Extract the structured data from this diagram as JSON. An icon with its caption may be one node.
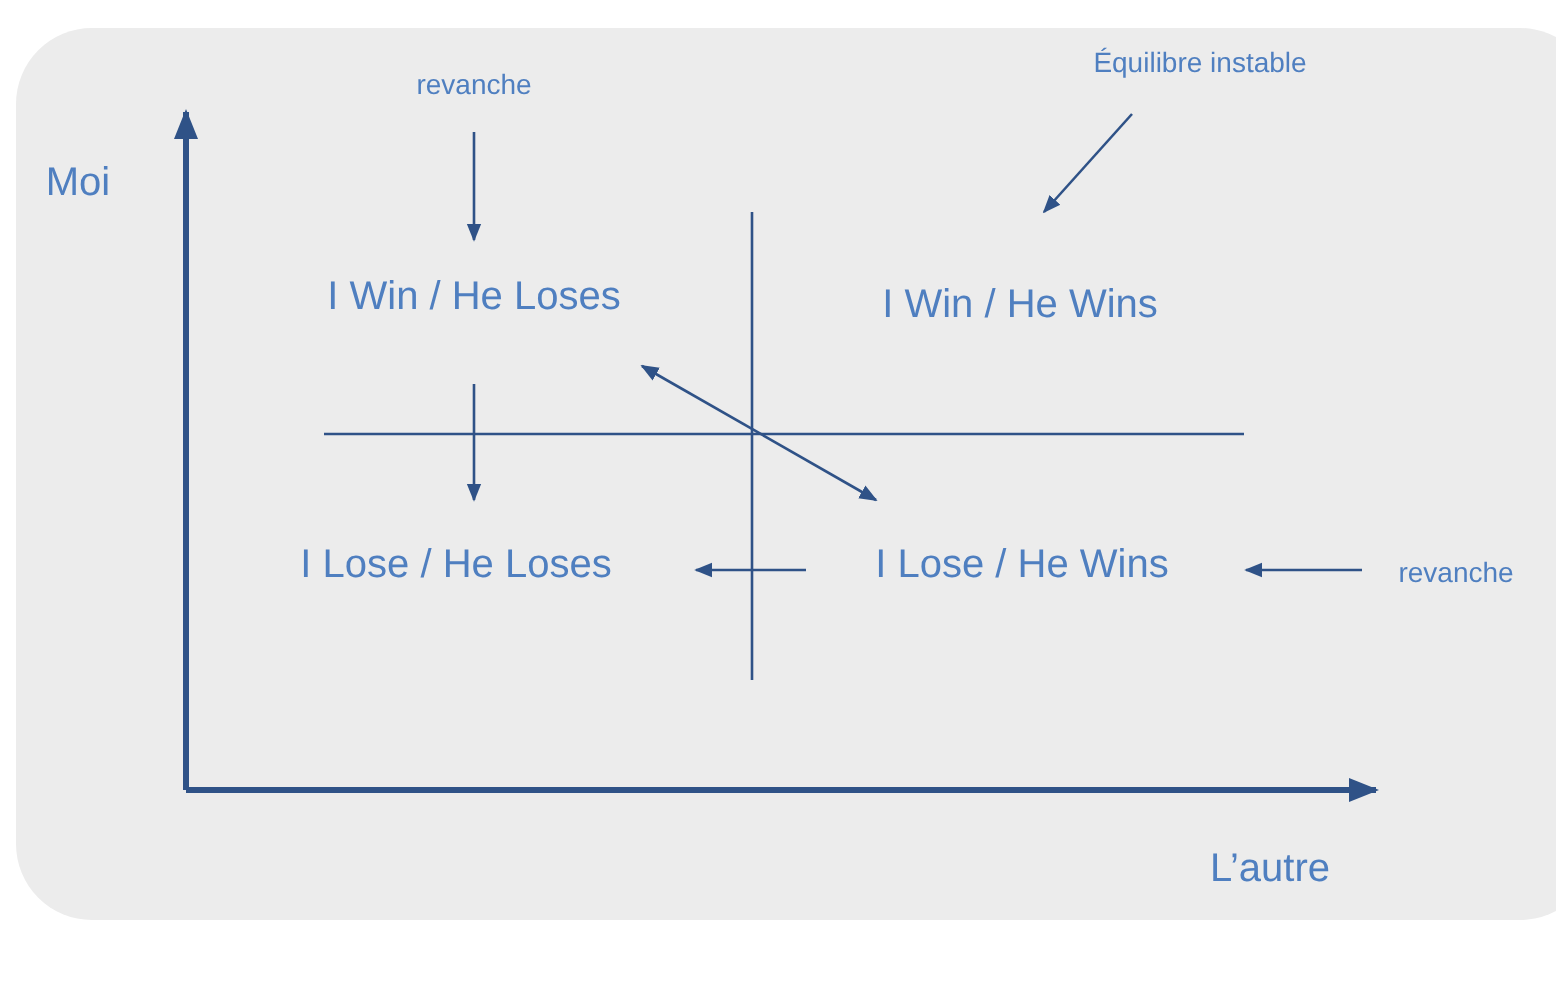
{
  "diagram": {
    "nodes": [
      {
        "text": [
          "revanche"
        ]
      },
      {
        "text": [
          "Équilibre instable"
        ]
      },
      {
        "text": [
          "I Win / He Loses"
        ]
      },
      {
        "text": [
          "I Win / He Wins"
        ]
      },
      {
        "text": [
          "I Lose / He Loses"
        ]
      },
      {
        "text": [
          "I Lose / He Wins"
        ]
      },
      {
        "text": [
          "revanche"
        ]
      }
    ],
    "edges": [
      {
        "from": 0,
        "to": 2,
        "arrow": "to"
      },
      {
        "from": 1,
        "to": 3,
        "arrow": "to"
      },
      {
        "from": 2,
        "to": 4,
        "arrow": "to"
      },
      {
        "from": 2,
        "to": 5,
        "arrow": "both"
      },
      {
        "from": 5,
        "to": 4,
        "arrow": "to"
      },
      {
        "from": 6,
        "to": 5,
        "arrow": "to"
      }
    ],
    "labels": [
      "Moi",
      "L’autre"
    ]
  }
}
